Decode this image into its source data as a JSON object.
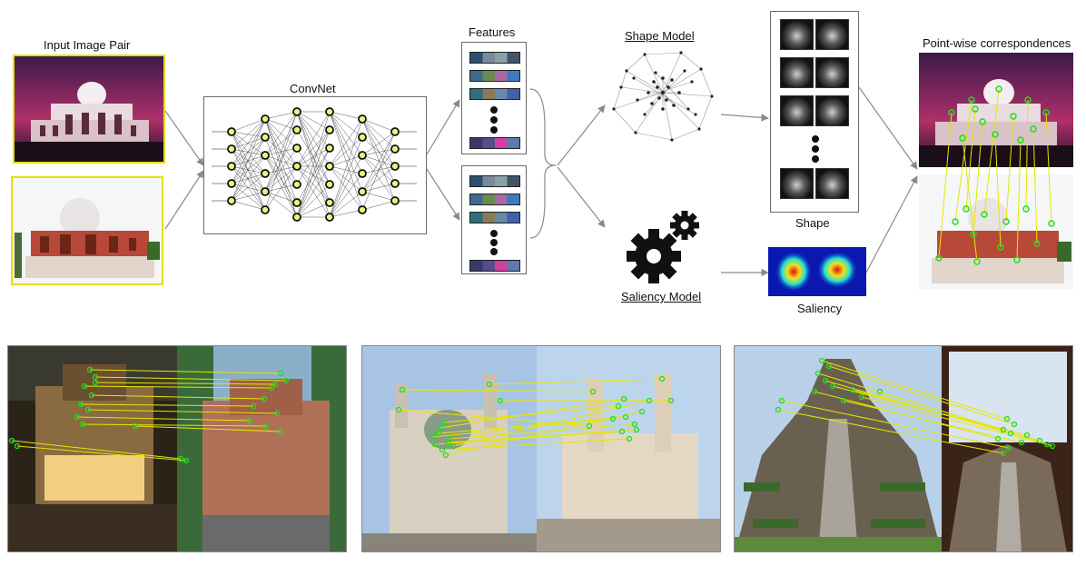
{
  "labels": {
    "input_pair": "Input Image Pair",
    "convnet": "ConvNet",
    "features": "Features",
    "shape_model": "Shape Model",
    "saliency_model": "Saliency Model",
    "shape": "Shape",
    "saliency": "Saliency",
    "correspondences": "Point-wise correspondences"
  },
  "colors": {
    "frame": "#e6e000",
    "match_line": "#e6e600",
    "match_point": "#22dd22",
    "arrow": "#8a8a8a"
  },
  "icons": [
    "gear-icon",
    "graph-icon"
  ]
}
